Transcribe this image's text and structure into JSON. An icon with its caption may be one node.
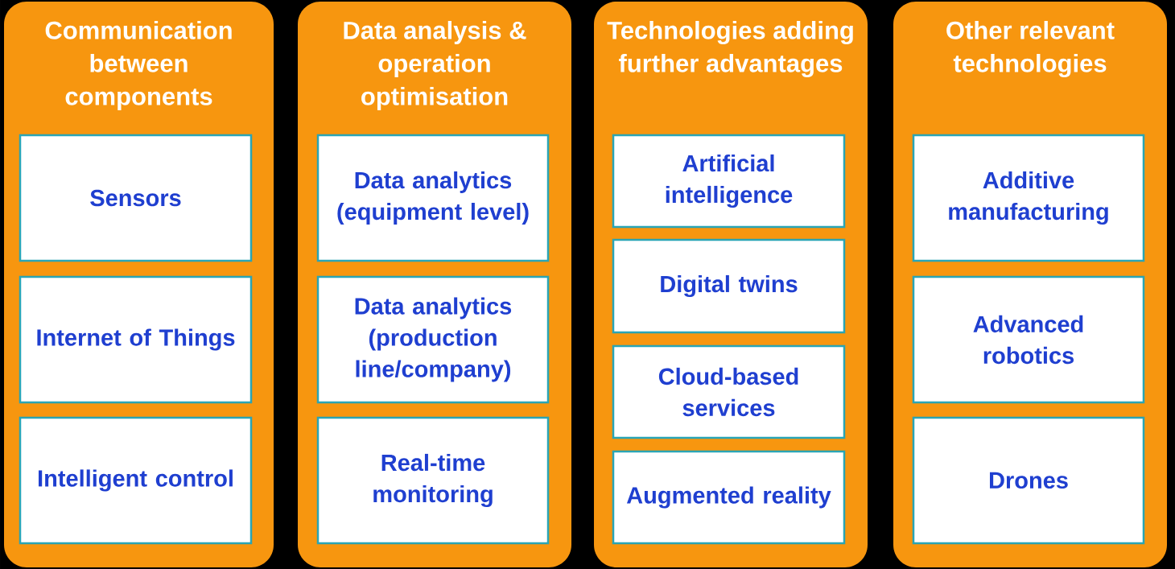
{
  "diagram": {
    "nodes": [
      {
        "text": [
          "Communication between components"
        ]
      },
      {
        "text": [
          "Sensors"
        ],
        "in": 0
      },
      {
        "text": [
          "Internet of Things"
        ],
        "in": 0
      },
      {
        "text": [
          "Intelligent control"
        ],
        "in": 0
      },
      {
        "text": [
          "Data analysis & operation optimisation"
        ]
      },
      {
        "text": [
          "Data analytics (equipment level)"
        ],
        "in": 4
      },
      {
        "text": [
          "Data analytics (production line/company)"
        ],
        "in": 4
      },
      {
        "text": [
          "Real-time monitoring"
        ],
        "in": 4
      },
      {
        "text": [
          "Technologies adding further advantages"
        ]
      },
      {
        "text": [
          "Artificial intelligence"
        ],
        "in": 8
      },
      {
        "text": [
          "Digital twins"
        ],
        "in": 8
      },
      {
        "text": [
          "Cloud-based services"
        ],
        "in": 8
      },
      {
        "text": [
          "Augmented reality"
        ],
        "in": 8
      },
      {
        "text": [
          "Other relevant technologies"
        ]
      },
      {
        "text": [
          "Additive manufacturing"
        ],
        "in": 13
      },
      {
        "text": [
          "Advanced robotics"
        ],
        "in": 13
      },
      {
        "text": [
          "Drones"
        ],
        "in": 13
      }
    ]
  }
}
